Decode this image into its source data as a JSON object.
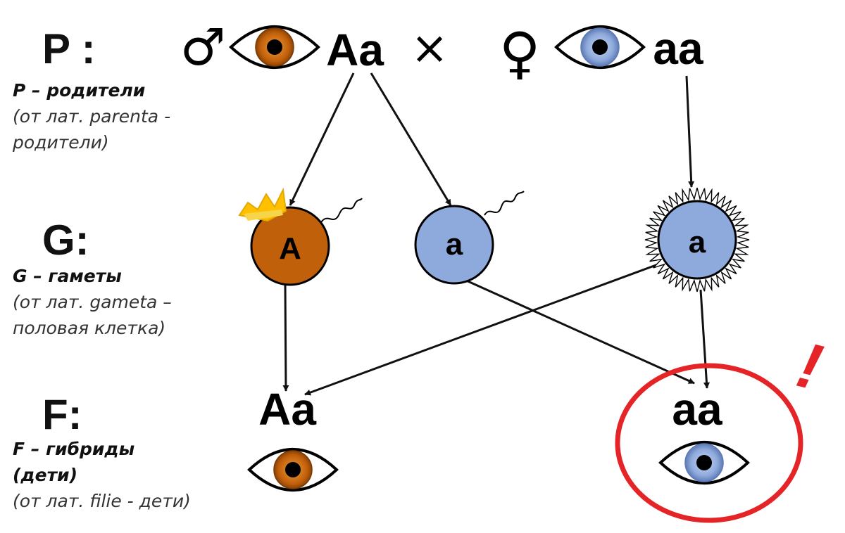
{
  "rows": {
    "p": {
      "label": "P :",
      "note_bold": "P – родители",
      "note_lines": [
        "(от лат. parenta -",
        "родители)"
      ]
    },
    "g": {
      "label": "G:",
      "note_bold": "G – гаметы",
      "note_lines": [
        "(от лат. gameta –",
        "половая клетка)"
      ]
    },
    "f": {
      "label": "F:",
      "note_bold_lines": [
        "F – гибриды",
        "(дети)"
      ],
      "note_lines": [
        "(от лат. filie - дети)"
      ]
    }
  },
  "parents": {
    "male_symbol": "♂",
    "male_genotype": "Aa",
    "cross_symbol": "×",
    "female_symbol": "♀",
    "female_genotype": "aa"
  },
  "gametes": [
    "A",
    "a",
    "a"
  ],
  "offspring": {
    "left_genotype": "Aa",
    "right_genotype": "aa",
    "highlight_mark": "!"
  },
  "colors": {
    "brown_eye": "#c0600a",
    "blue_eye": "#8ea9db",
    "gamete_dominant": "#c0600a",
    "gamete_recessive": "#8ea9db",
    "crown": "#ffc000",
    "highlight": "#e52427",
    "arrows": "#111111"
  },
  "icons": [
    "male-symbol-icon",
    "female-symbol-icon",
    "brown-eye-icon",
    "blue-eye-icon",
    "crown-icon",
    "sperm-tail-icon",
    "egg-rays-icon"
  ]
}
